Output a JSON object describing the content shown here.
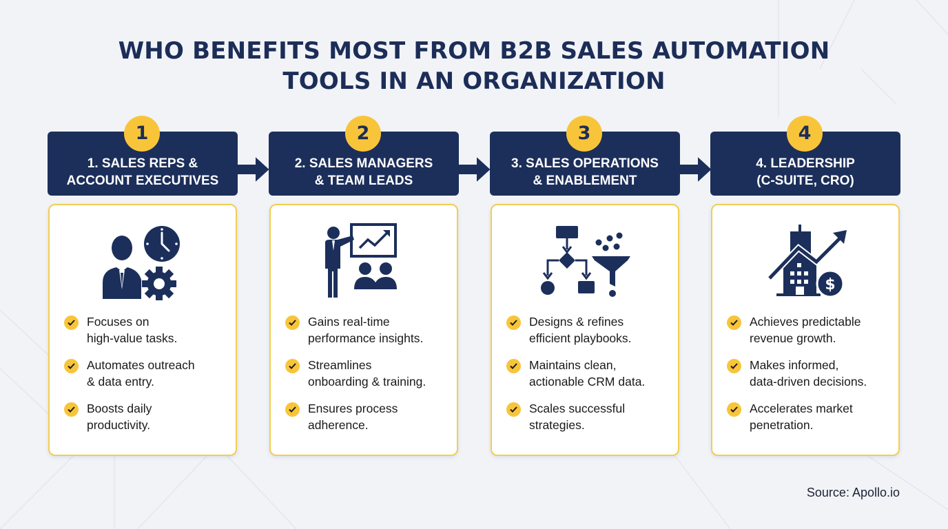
{
  "title": {
    "line1": "WHO BENEFITS MOST FROM B2B SALES AUTOMATION",
    "line2": "TOOLS IN AN ORGANIZATION"
  },
  "colors": {
    "navy": "#1c2f5b",
    "accent_yellow": "#f8c53a",
    "card_border": "#f2cd52",
    "background": "#f1f3f7"
  },
  "columns": [
    {
      "number": "1",
      "header_line1": "1. SALES REPS &",
      "header_line2": "ACCOUNT EXECUTIVES",
      "icon": "person-clock-gear-icon",
      "bullets": [
        {
          "line1": "Focuses on",
          "line2": "high-value tasks."
        },
        {
          "line1": "Automates outreach",
          "line2": "& data entry."
        },
        {
          "line1": "Boosts daily",
          "line2": "productivity."
        }
      ]
    },
    {
      "number": "2",
      "header_line1": "2. SALES MANAGERS",
      "header_line2": "& TEAM LEADS",
      "icon": "presenter-chart-team-icon",
      "bullets": [
        {
          "line1": "Gains real-time",
          "line2": "performance insights."
        },
        {
          "line1": "Streamlines",
          "line2": "onboarding & training."
        },
        {
          "line1": "Ensures process",
          "line2": "adherence."
        }
      ]
    },
    {
      "number": "3",
      "header_line1": "3. SALES OPERATIONS",
      "header_line2": "& ENABLEMENT",
      "icon": "flowchart-funnel-icon",
      "bullets": [
        {
          "line1": "Designs & refines",
          "line2": "efficient playbooks."
        },
        {
          "line1": "Maintains clean,",
          "line2": "actionable CRM data."
        },
        {
          "line1": "Scales successful",
          "line2": "strategies."
        }
      ]
    },
    {
      "number": "4",
      "header_line1": "4. LEADERSHIP",
      "header_line2": "(C-SUITE, CRO)",
      "icon": "building-growth-dollar-icon",
      "bullets": [
        {
          "line1": "Achieves predictable",
          "line2": "revenue growth."
        },
        {
          "line1": "Makes informed,",
          "line2": "data-driven decisions."
        },
        {
          "line1": "Accelerates market",
          "line2": "penetration."
        }
      ]
    }
  ],
  "source": "Source: Apollo.io"
}
